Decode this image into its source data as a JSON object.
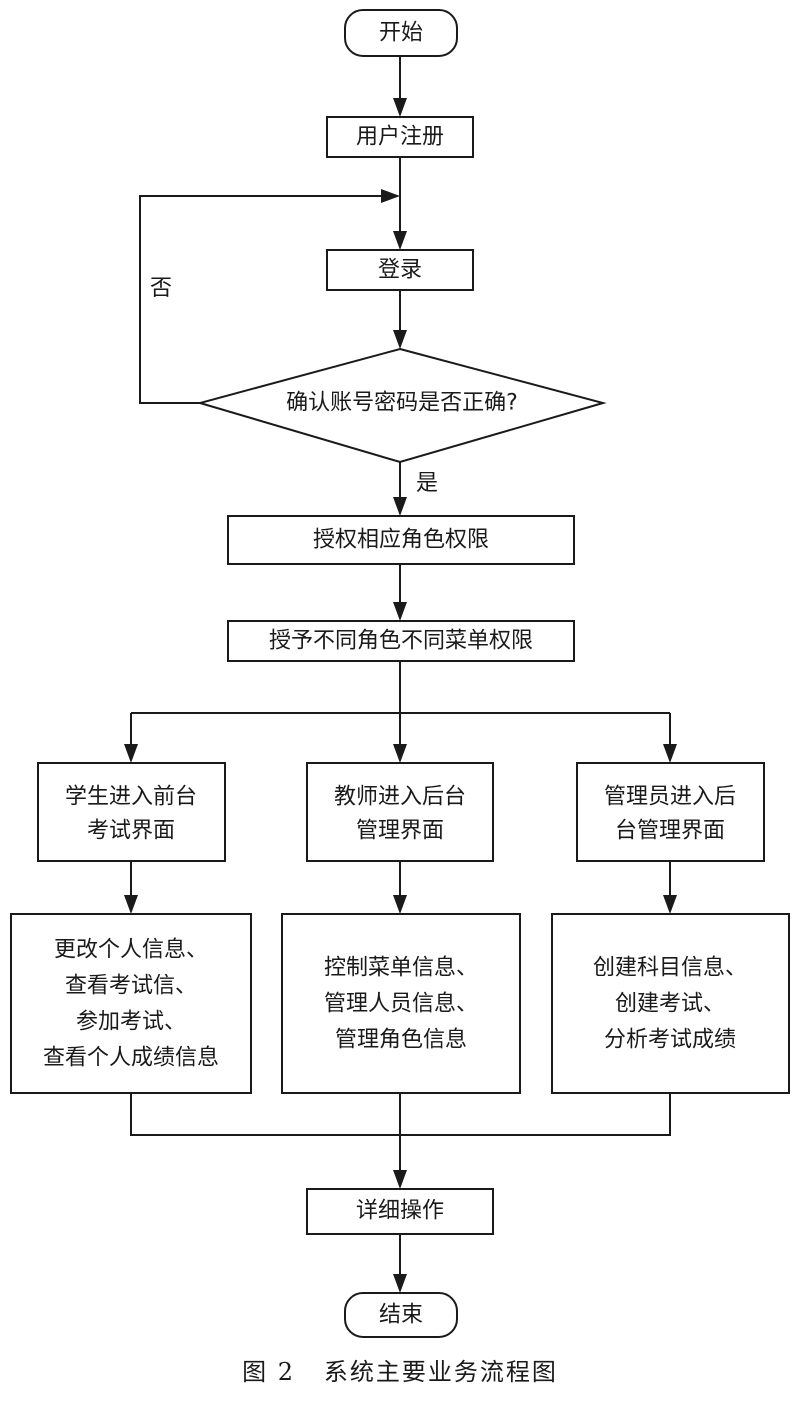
{
  "nodes": {
    "start": "开始",
    "register": "用户注册",
    "login": "登录",
    "check": "确认账号密码是否正确?",
    "authorize_role": "授权相应角色权限",
    "grant_menu": "授予不同角色不同菜单权限",
    "student_entry": [
      "学生进入前台",
      "考试界面"
    ],
    "teacher_entry": [
      "教师进入后台",
      "管理界面"
    ],
    "admin_entry": [
      "管理员进入后",
      "台管理界面"
    ],
    "student_ops": [
      "更改个人信息、",
      "查看考试信、",
      "参加考试、",
      "查看个人成绩信息"
    ],
    "teacher_ops": [
      "控制菜单信息、",
      "管理人员信息、",
      "管理角色信息"
    ],
    "admin_ops": [
      "创建科目信息、",
      "创建考试、",
      "分析考试成绩"
    ],
    "detail": "详细操作",
    "end": "结束"
  },
  "edge_labels": {
    "no": "否",
    "yes": "是"
  },
  "caption": "图 2   系统主要业务流程图"
}
